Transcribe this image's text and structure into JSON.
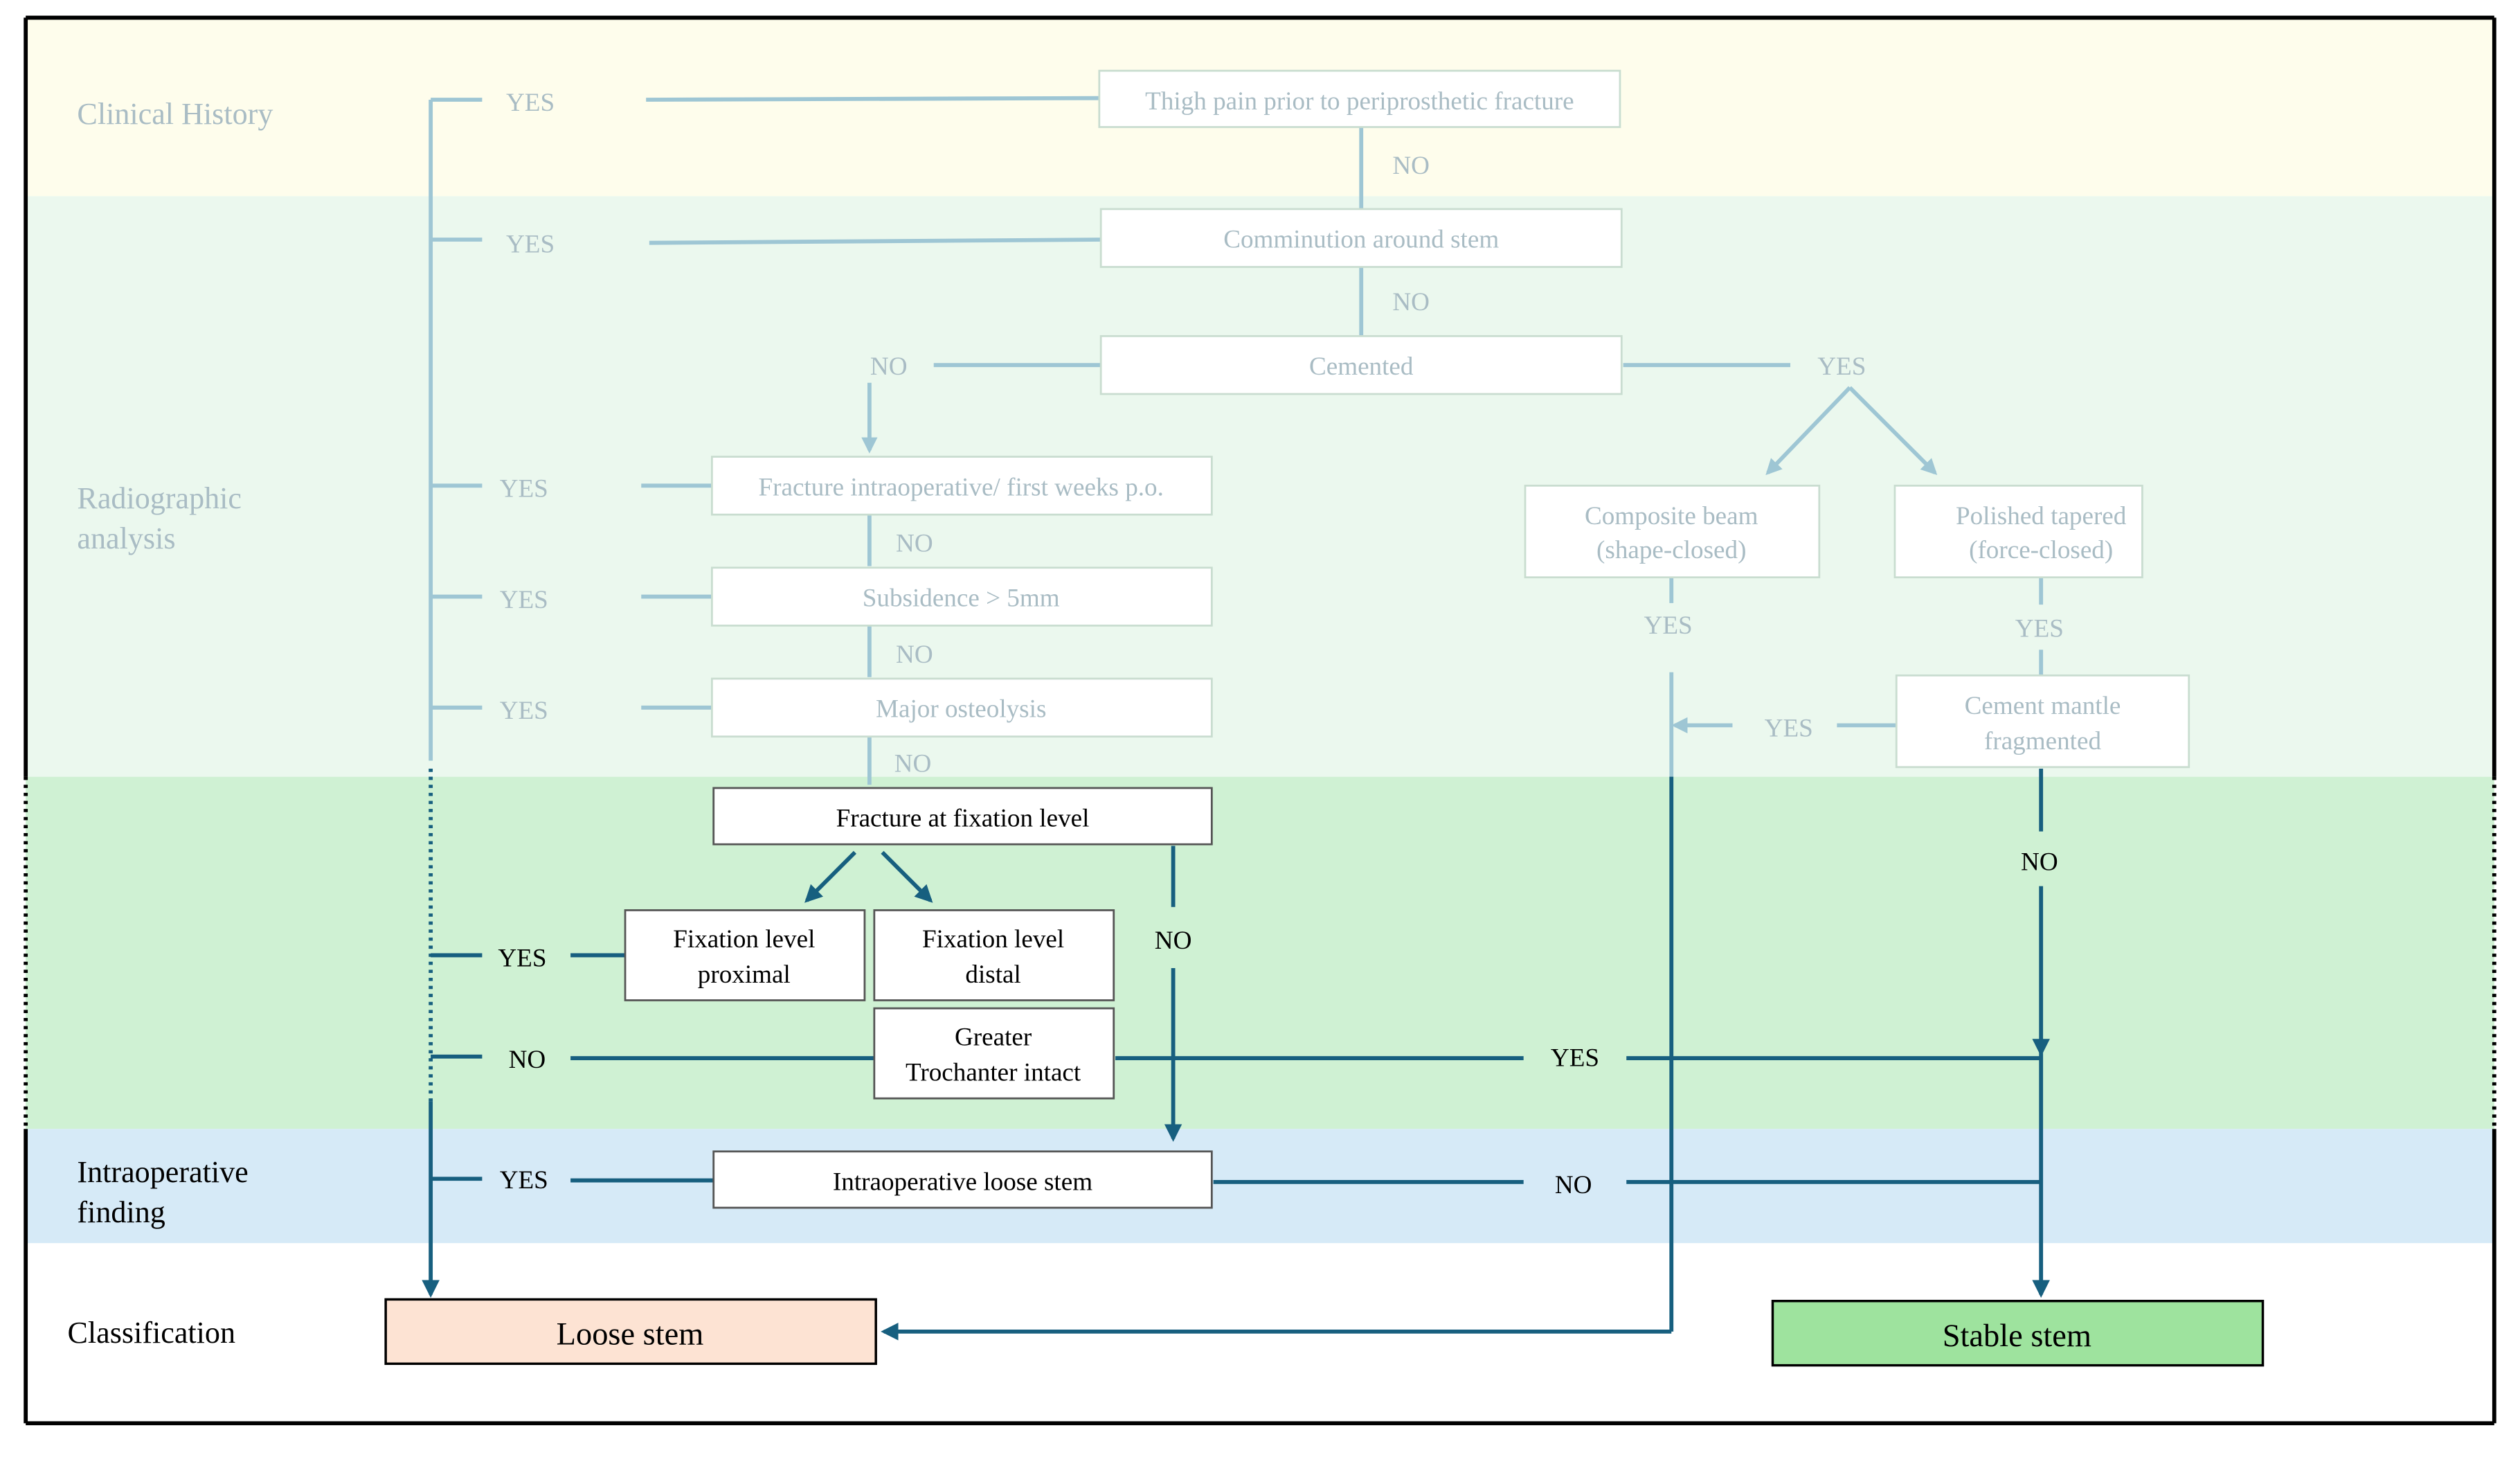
{
  "sections": {
    "clinical": "Clinical History",
    "radiographic_1": "Radiographic",
    "radiographic_2": "analysis",
    "intraop_1": "Intraoperative",
    "intraop_2": "finding",
    "classification": "Classification"
  },
  "nodes": {
    "thigh_pain": "Thigh pain prior to periprosthetic fracture",
    "comminution": "Comminution around stem",
    "cemented": "Cemented",
    "fracture_intraop": "Fracture intraoperative/ first weeks p.o.",
    "subsidence": "Subsidence > 5mm",
    "osteolysis": "Major osteolysis",
    "composite_1": "Composite beam",
    "composite_2": "(shape-closed)",
    "polished_1": "Polished tapered",
    "polished_2": "(force-closed)",
    "cement_mantle_1": "Cement mantle",
    "cement_mantle_2": "fragmented",
    "fracture_fixation": "Fracture at fixation level",
    "fix_proximal_1": "Fixation level",
    "fix_proximal_2": "proximal",
    "fix_distal_1": "Fixation level",
    "fix_distal_2": "distal",
    "greater_troch_1": "Greater",
    "greater_troch_2": "Trochanter intact",
    "intraop_loose": "Intraoperative loose stem",
    "loose_stem": "Loose stem",
    "stable_stem": "Stable stem"
  },
  "labels": {
    "yes": "YES",
    "no": "NO"
  },
  "colors": {
    "clinical_bg": "#fefdec",
    "radiographic_bg": "#ebf8ee",
    "fixation_bg": "#cff1d3",
    "intraop_bg": "#d6eaf7",
    "faded_line": "#9ec6d4",
    "dark_line": "#175f7f",
    "loose_fill": "#fde3d3",
    "stable_fill": "#9ee39e"
  }
}
